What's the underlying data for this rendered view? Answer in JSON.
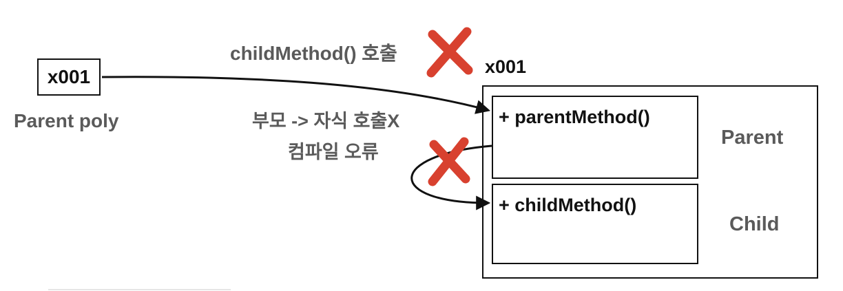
{
  "reference": {
    "address": "x001",
    "variable_label": "Parent poly"
  },
  "instance": {
    "address": "x001",
    "parent_section": {
      "method": "+ parentMethod()",
      "class_label": "Parent"
    },
    "child_section": {
      "method": "+ childMethod()",
      "class_label": "Child"
    }
  },
  "annotations": {
    "child_call": "childMethod() 호출",
    "downcall_line1": "부모 -> 자식 호출X",
    "downcall_line2": "컴파일 오류"
  },
  "colors": {
    "cross": "#d8412f",
    "text_gray": "#5a5a5a",
    "line": "#111111"
  },
  "icons": {
    "blocked_call": "cross-mark-icon",
    "blocked_downcall": "cross-mark-icon"
  }
}
